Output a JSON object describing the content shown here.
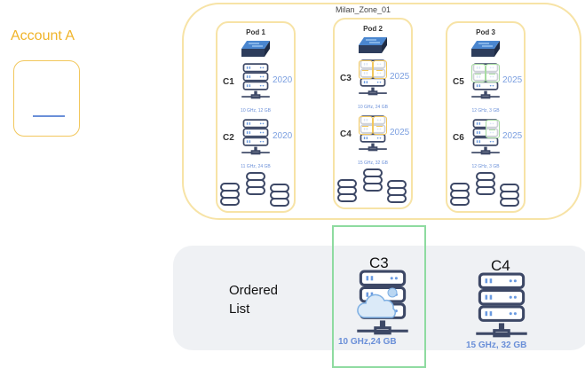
{
  "account": {
    "title": "Account A"
  },
  "zone": {
    "title": "Milan_Zone_01"
  },
  "pods": [
    {
      "title": "Pod 1",
      "clusters": [
        {
          "name": "C1",
          "year": "2020",
          "spec": "10 GHz, 12 GB",
          "overlay": "none"
        },
        {
          "name": "C2",
          "year": "2020",
          "spec": "11 GHz, 24 GB",
          "overlay": "none"
        }
      ]
    },
    {
      "title": "Pod 2",
      "clusters": [
        {
          "name": "C3",
          "year": "2025",
          "spec": "10 GHz, 24 GB",
          "overlay": "yellow-double"
        },
        {
          "name": "C4",
          "year": "2025",
          "spec": "15 GHz, 32 GB",
          "overlay": "yellow-double"
        }
      ]
    },
    {
      "title": "Pod 3",
      "clusters": [
        {
          "name": "C5",
          "year": "2025",
          "spec": "12 GHz, 3 GB",
          "overlay": "green-double"
        },
        {
          "name": "C6",
          "year": "2025",
          "spec": "12 GHz, 3 GB",
          "overlay": "green-single"
        }
      ]
    }
  ],
  "ordered_list": {
    "label": "Ordered List",
    "items": [
      {
        "name": "C3",
        "spec": "10 GHz,24 GB",
        "selected": true,
        "icon": "server-cloud-icon"
      },
      {
        "name": "C4",
        "spec": "15 GHz, 32 GB",
        "selected": false,
        "icon": "server-icon"
      }
    ]
  },
  "colors": {
    "accent_orange": "#f0b429",
    "border_yellow": "#f7e3a6",
    "select_green": "#8edba0",
    "spec_blue": "#6a8fd8"
  }
}
